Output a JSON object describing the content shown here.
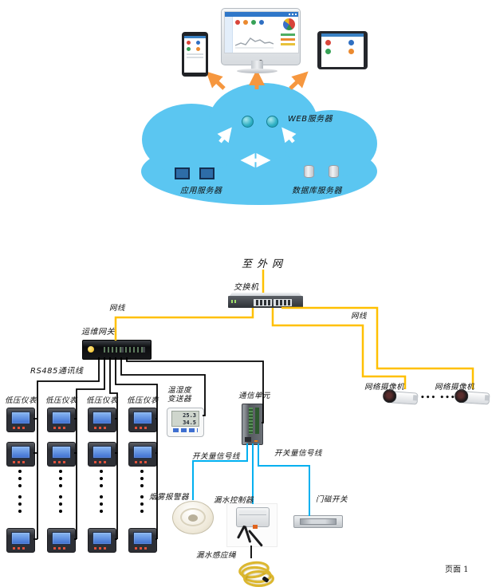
{
  "cloud": {
    "web_label": "WEB服务器",
    "app_label": "应用服务器",
    "db_label": "数据库服务器"
  },
  "net": {
    "external": "至外网",
    "switch_label": "交换机",
    "cable_left": "网线",
    "cable_right": "网线",
    "gateway_label": "运维网关",
    "rs485_label": "RS485通讯线",
    "camera_label_1": "网络摄像机",
    "camera_label_2": "网络摄像机",
    "camera_dots": "••• •••"
  },
  "meters": {
    "columns": [
      {
        "label": "低压仪表"
      },
      {
        "label": "低压仪表"
      },
      {
        "label": "低压仪表"
      },
      {
        "label": "低压仪表"
      }
    ]
  },
  "sensors": {
    "temp_label_1": "温湿度",
    "temp_label_2": "变送器",
    "temp_value_1": "25.3",
    "temp_value_2": "34.5",
    "comm_label": "通信单元",
    "signal_left": "开关量信号线",
    "signal_right": "开关量信号线",
    "smoke_label": "烟雾报警器",
    "leak_controller_label": "漏水控制器",
    "door_label": "门磁开关",
    "rope_label": "漏水感应绳"
  },
  "footer": {
    "page_label": "页面 1"
  },
  "colors": {
    "cloud": "#5BC6F1",
    "cable_network": "#FFC000",
    "cable_rs485": "#000000",
    "cable_signal": "#00B0F0",
    "arrow_orange": "#F6973F"
  }
}
